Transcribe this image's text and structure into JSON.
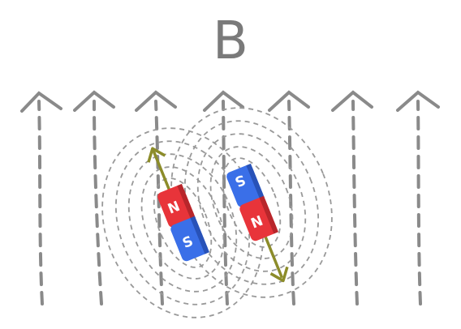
{
  "title": "B",
  "magnets": [
    {
      "north_label": "N",
      "south_label": "S"
    },
    {
      "north_label": "N",
      "south_label": "S"
    }
  ],
  "colors": {
    "line": "#8a8a8a",
    "loop": "#999999",
    "north": "#e8343a",
    "south": "#3a6fe8",
    "arrow": "#8c8c2a",
    "text": "#7a7a7a"
  }
}
